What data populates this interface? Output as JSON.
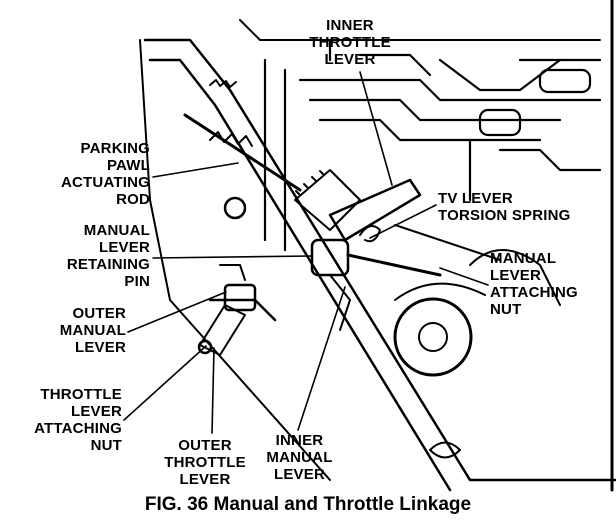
{
  "labels": {
    "inner_throttle_lever": [
      "INNER",
      "THROTTLE",
      "LEVER"
    ],
    "parking_pawl_actuating_rod": [
      "PARKING",
      "PAWL",
      "ACTUATING",
      "ROD"
    ],
    "manual_lever_retaining_pin": [
      "MANUAL",
      "LEVER",
      "RETAINING",
      "PIN"
    ],
    "outer_manual_lever": [
      "OUTER",
      "MANUAL",
      "LEVER"
    ],
    "throttle_lever_attaching_nut": [
      "THROTTLE",
      "LEVER",
      "ATTACHING",
      "NUT"
    ],
    "outer_throttle_lever": [
      "OUTER",
      "THROTTLE",
      "LEVER"
    ],
    "inner_manual_lever": [
      "INNER",
      "MANUAL",
      "LEVER"
    ],
    "tv_lever_torsion_spring": [
      "TV LEVER",
      "TORSION SPRING"
    ],
    "manual_lever_attaching_nut": [
      "MANUAL",
      "LEVER",
      "ATTACHING",
      "NUT"
    ]
  },
  "caption": "FIG. 36 Manual and Throttle Linkage"
}
